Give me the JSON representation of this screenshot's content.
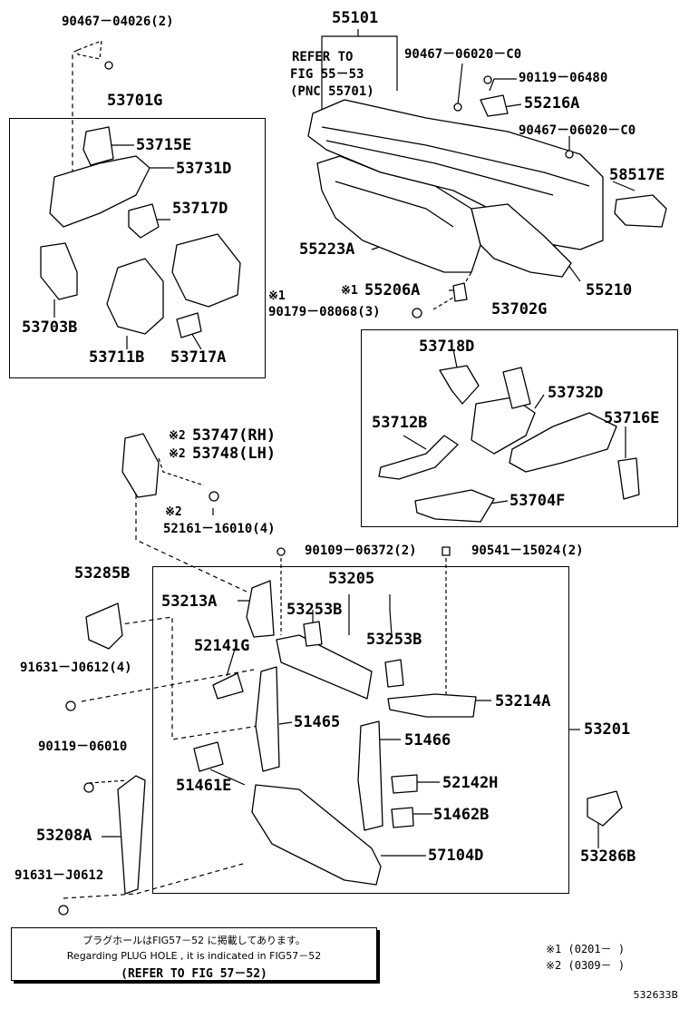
{
  "top": {
    "part_90467_04026": "90467－04026(2)",
    "part_55101": "55101",
    "refer_line1": "REFER TO",
    "refer_line2": "FIG 55－53",
    "refer_line3": "(PNC 55701)",
    "part_90467_06020_a": "90467－06020－C0",
    "part_90119_06480": "90119－06480",
    "part_55216A": "55216A",
    "part_90467_06020_b": "90467－06020－C0",
    "part_58517E": "58517E",
    "part_55223A": "55223A",
    "part_55206A": "55206A",
    "mark_55206A": "※1",
    "part_55210": "55210",
    "mark_90179": "※1",
    "part_90179": "90179－08068(3)"
  },
  "group_53701G": {
    "title": "53701G",
    "part_53715E": "53715E",
    "part_53731D": "53731D",
    "part_53717D": "53717D",
    "part_53703B": "53703B",
    "part_53711B": "53711B",
    "part_53717A": "53717A"
  },
  "group_53702G": {
    "title": "53702G",
    "part_53718D": "53718D",
    "part_53732D": "53732D",
    "part_53712B": "53712B",
    "part_53716E": "53716E",
    "part_53704F": "53704F"
  },
  "middle": {
    "mark_53747": "※2",
    "part_53747": "53747(RH)",
    "mark_53748": "※2",
    "part_53748": "53748(LH)",
    "mark_52161": "※2",
    "part_52161": "52161－16010(4)",
    "part_90109": "90109－06372(2)",
    "part_90541": "90541－15024(2)"
  },
  "group_53201": {
    "title": "53201",
    "part_53285B": "53285B",
    "part_53213A": "53213A",
    "part_53205": "53205",
    "part_53253B_a": "53253B",
    "part_53253B_b": "53253B",
    "part_52141G": "52141G",
    "part_91631_J0612_4": "91631－J0612(4)",
    "part_53214A": "53214A",
    "part_51465": "51465",
    "part_51466": "51466",
    "part_90119_06010": "90119－06010",
    "part_51461E": "51461E",
    "part_52142H": "52142H",
    "part_51462B": "51462B",
    "part_53208A": "53208A",
    "part_57104D": "57104D",
    "part_91631_J0612": "91631－J0612",
    "part_53286B": "53286B"
  },
  "note": {
    "line_jp": "プラグホールはFIG57－52 に掲載してあります。",
    "line_en": "Regarding PLUG HOLE , it is indicated in FIG57－52",
    "line_ref": "(REFER TO FIG 57－52)"
  },
  "footnotes": {
    "fn1": "※1 (0201－      )",
    "fn2": "※2 (0309－      )"
  },
  "diagram_code": "532633B"
}
